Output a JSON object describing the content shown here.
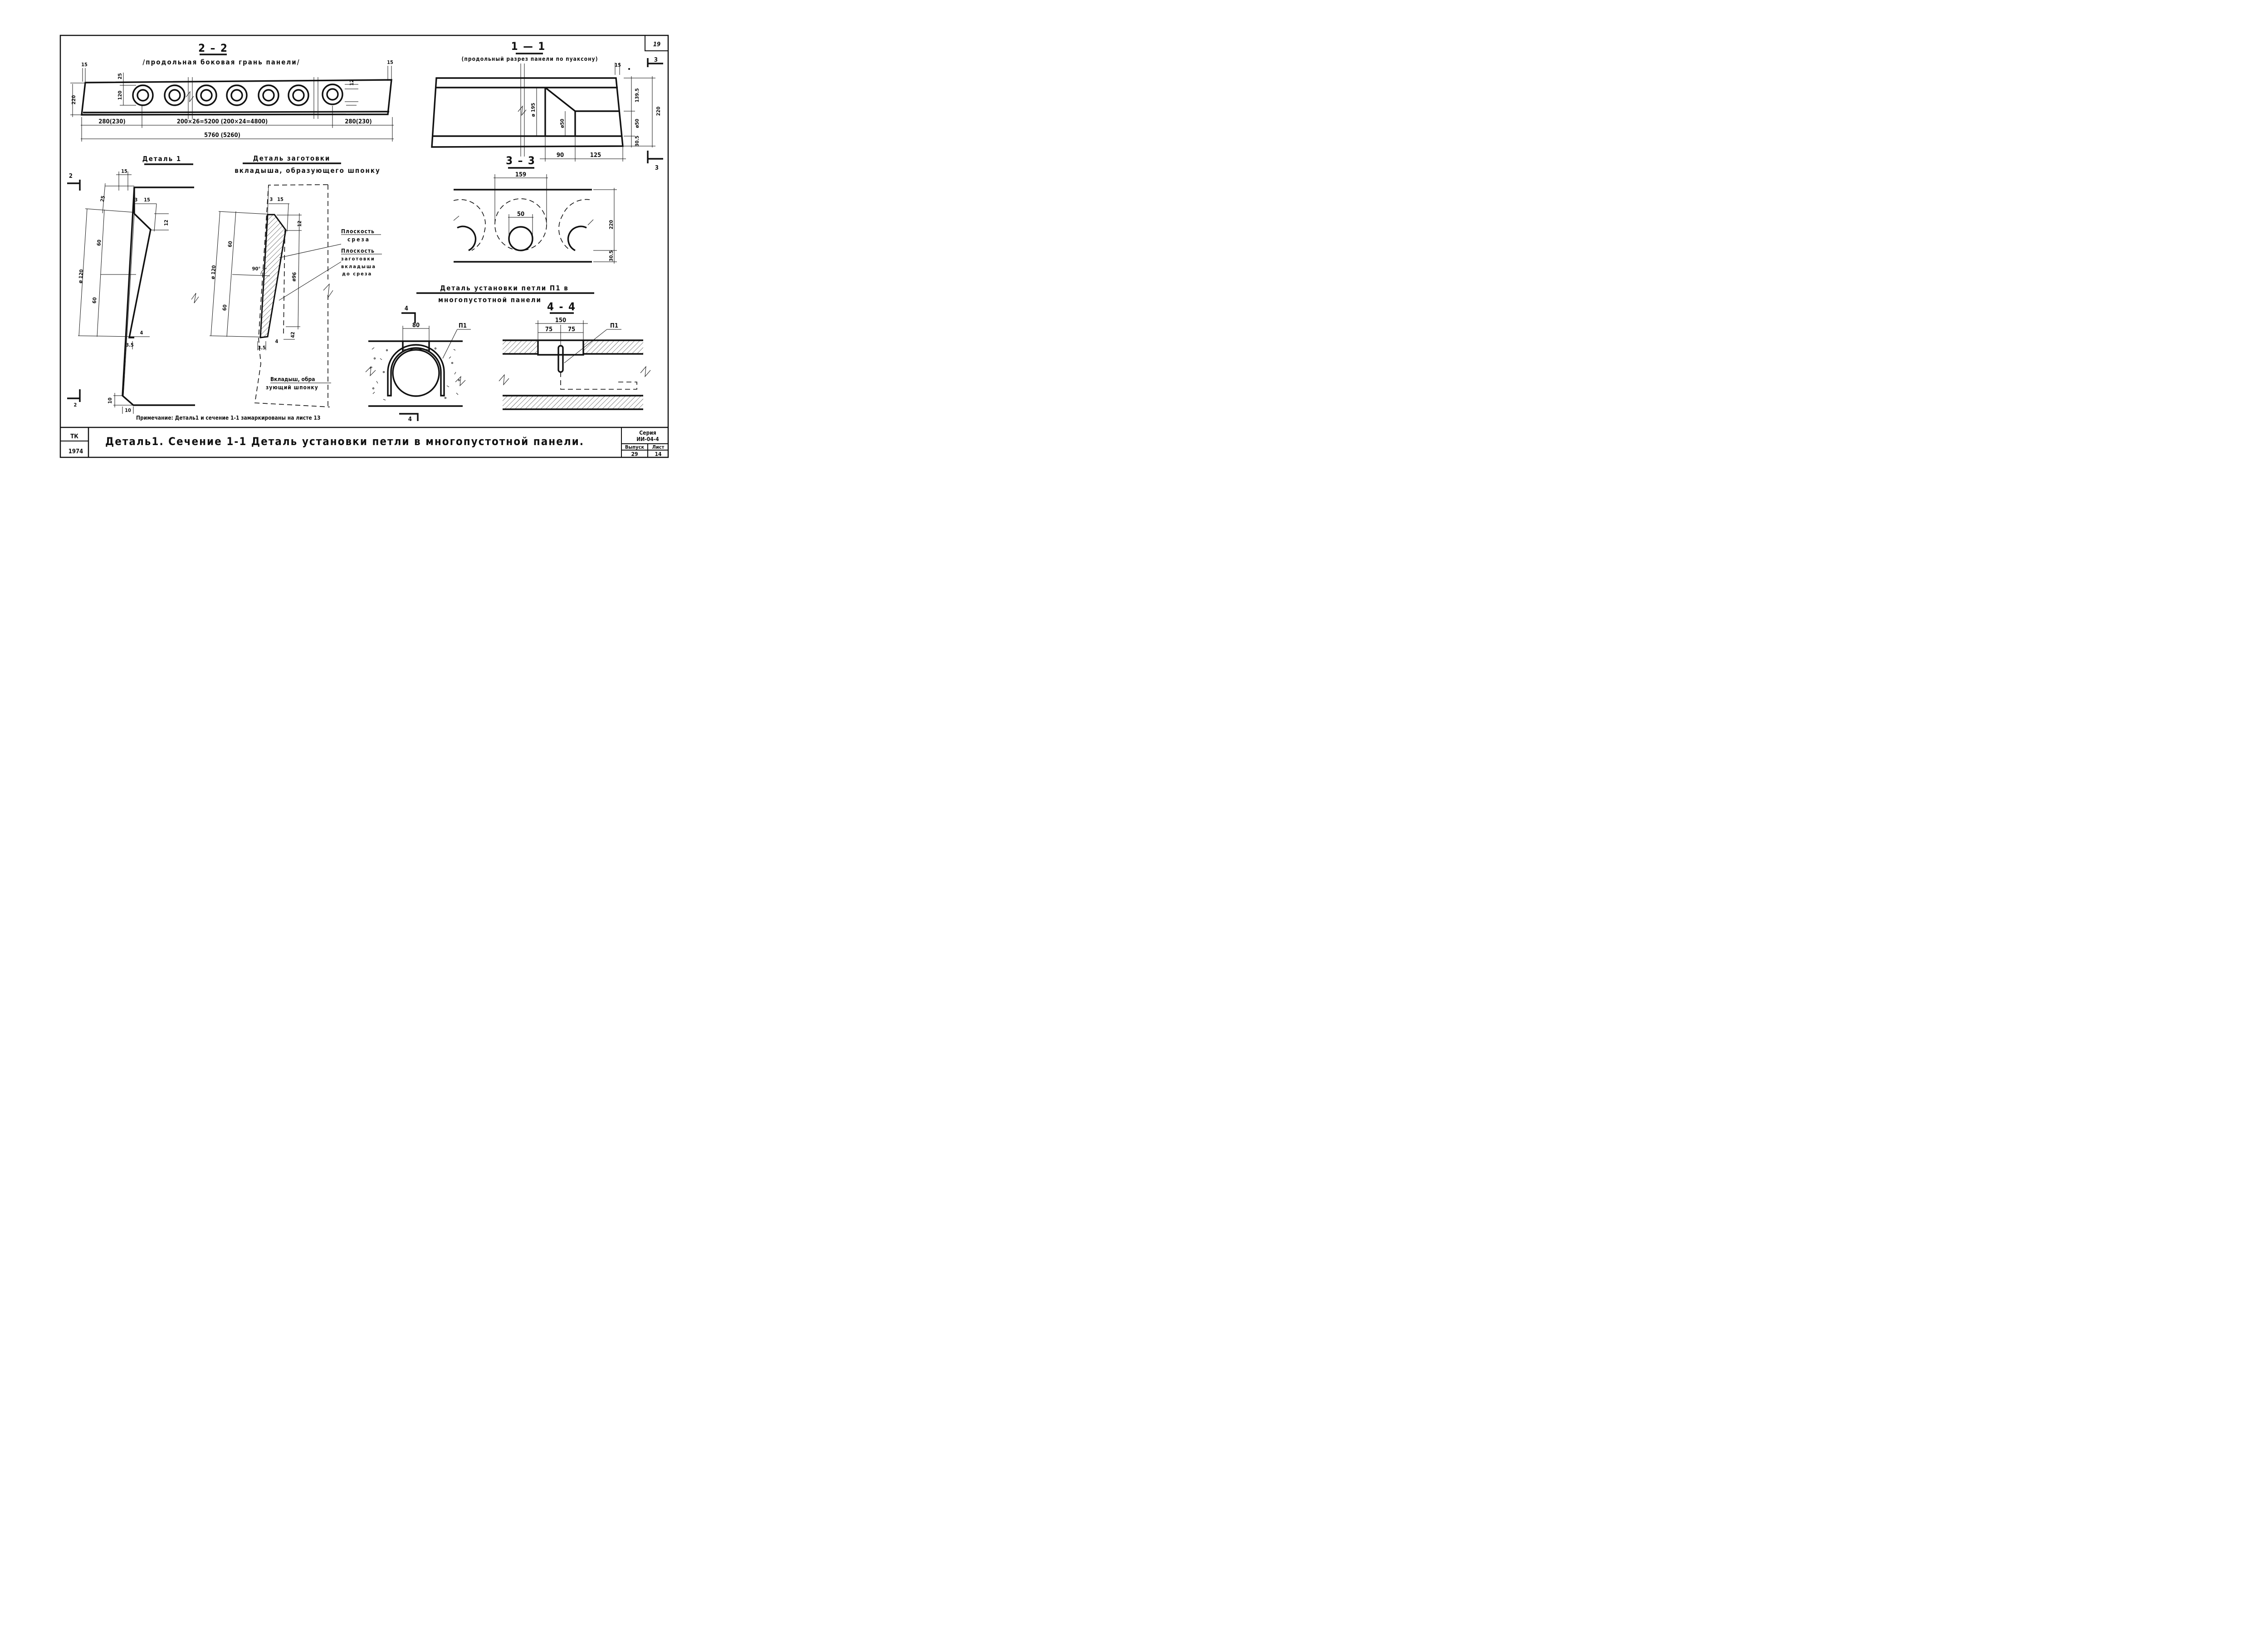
{
  "sheet": {
    "number": "19"
  },
  "sec22": {
    "title": "2 – 2",
    "subtitle": "/продольная боковая грань панели/",
    "dims": {
      "d15a": "15",
      "d15b": "15",
      "d25": "25",
      "d220": "220",
      "d120": "120",
      "d12": "12",
      "d280l": "280(230)",
      "dmid": "200×26=5200 (200×24=4800)",
      "d280r": "280(230)",
      "dtot": "5760 (5260)"
    }
  },
  "sec11": {
    "title": "1 — 1",
    "subtitle": "(продольный разрез панели по пуаксону)",
    "dims": {
      "d15": "15",
      "d1395": "139.5",
      "d220": "220",
      "d50": "ø50",
      "d305": "30.5",
      "d195": "ø 195",
      "d50b": "ø50",
      "d90": "90",
      "d125": "125"
    },
    "marker_top": "3",
    "marker_bot": "3"
  },
  "sec33": {
    "title": "3 – 3",
    "dims": {
      "d159": "159",
      "d50": "50",
      "d220": "220",
      "d305": "30.5"
    }
  },
  "det1": {
    "title": "Деталь 1",
    "marker_top": "2",
    "marker_bot": "2",
    "dims": {
      "d15": "15",
      "d25": "25",
      "d3": "3",
      "d15b": "15",
      "d12": "12",
      "d60a": "60",
      "d120": "ø 120",
      "d60b": "60",
      "d4": "4",
      "d35": "3.5",
      "d10a": "10",
      "d10b": "10"
    }
  },
  "detz": {
    "title": "Деталь заготовки",
    "subtitle": "вкладыша, образующего шпонку",
    "dims": {
      "d3": "3",
      "d15": "15",
      "d12": "12",
      "d60a": "60",
      "d90": "90°",
      "d120": "ø 120",
      "d96": "ø96",
      "d60b": "60",
      "d42": "42",
      "d35": "3.5",
      "d4": "4"
    },
    "lbl_cut": [
      "Плоскость",
      "среза"
    ],
    "lbl_blank": [
      "Плоскость",
      "заготовки",
      "вкладыша",
      "до среза"
    ],
    "lbl_insert": [
      "Вкладыш, обра",
      "зующий шпонку"
    ]
  },
  "loop": {
    "title": "Деталь установки петли П1 в",
    "subtitle": "многопустотной панели",
    "marker_top": "4",
    "marker_bot": "4",
    "sec": "4 - 4",
    "dims": {
      "d80": "80",
      "p1a": "П1",
      "d150": "150",
      "d75a": "75",
      "d75b": "75",
      "p1b": "П1"
    }
  },
  "note": "Примечание: Деталь1 и сечение 1-1 замаркированы на листе 13",
  "stamp": {
    "tk": "ТК",
    "year": "1974",
    "title": "Деталь1. Сечение 1-1 Деталь установки петли в многопустотной панели.",
    "series_label": "Серия",
    "series": "ИИ-04-4",
    "issue_label": "Выпуск",
    "issue": "29",
    "sheet_label": "Лист",
    "sheet": "14"
  }
}
